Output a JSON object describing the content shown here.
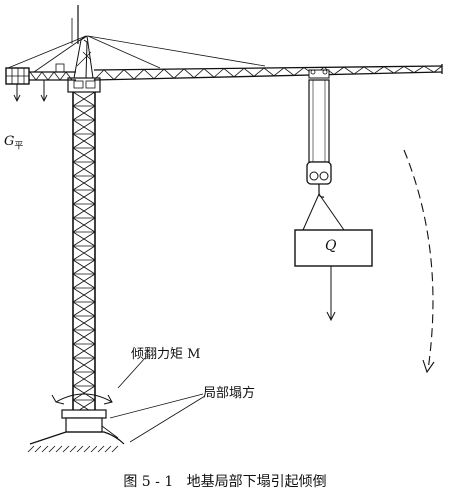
{
  "labels": {
    "counterweight": "G",
    "counterweight_sub": "平",
    "load": "Q",
    "overturning_moment": "倾翻力矩 M",
    "local_collapse": "局部塌方"
  },
  "caption": {
    "figure_number": "图 5 - 1",
    "title": "地基局部下塌引起倾倒"
  },
  "colors": {
    "line": "#111111",
    "background": "#ffffff"
  }
}
